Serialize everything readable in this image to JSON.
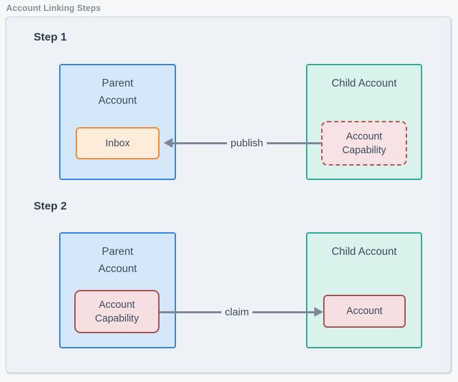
{
  "figure": {
    "title": "Account Linking Steps"
  },
  "colors": {
    "canvas_bg": "#eef1f5",
    "parent_box_fill": "#d5e8fa",
    "parent_box_border": "#3384e2",
    "child_box_fill": "#d9f2eb",
    "child_box_border": "#2aab92",
    "inbox_fill": "#fdecd9",
    "inbox_border": "#ee8d3e",
    "capability_fill": "#f5dfe1",
    "capability_border": "#a84f52",
    "arrow": "#7b8794",
    "text": "#3c4b5d"
  },
  "steps": [
    {
      "label": "Step 1",
      "parent_account": {
        "title": "Parent Account",
        "inner_box": "Inbox"
      },
      "child_account": {
        "title": "Child Account",
        "inner_box": "Account Capability"
      },
      "arrow": {
        "label": "publish",
        "direction": "child-to-parent"
      }
    },
    {
      "label": "Step 2",
      "parent_account": {
        "title": "Parent Account",
        "inner_box": "Account Capability"
      },
      "child_account": {
        "title": "Child Account",
        "inner_box": "Account"
      },
      "arrow": {
        "label": "claim",
        "direction": "parent-to-child"
      }
    }
  ]
}
